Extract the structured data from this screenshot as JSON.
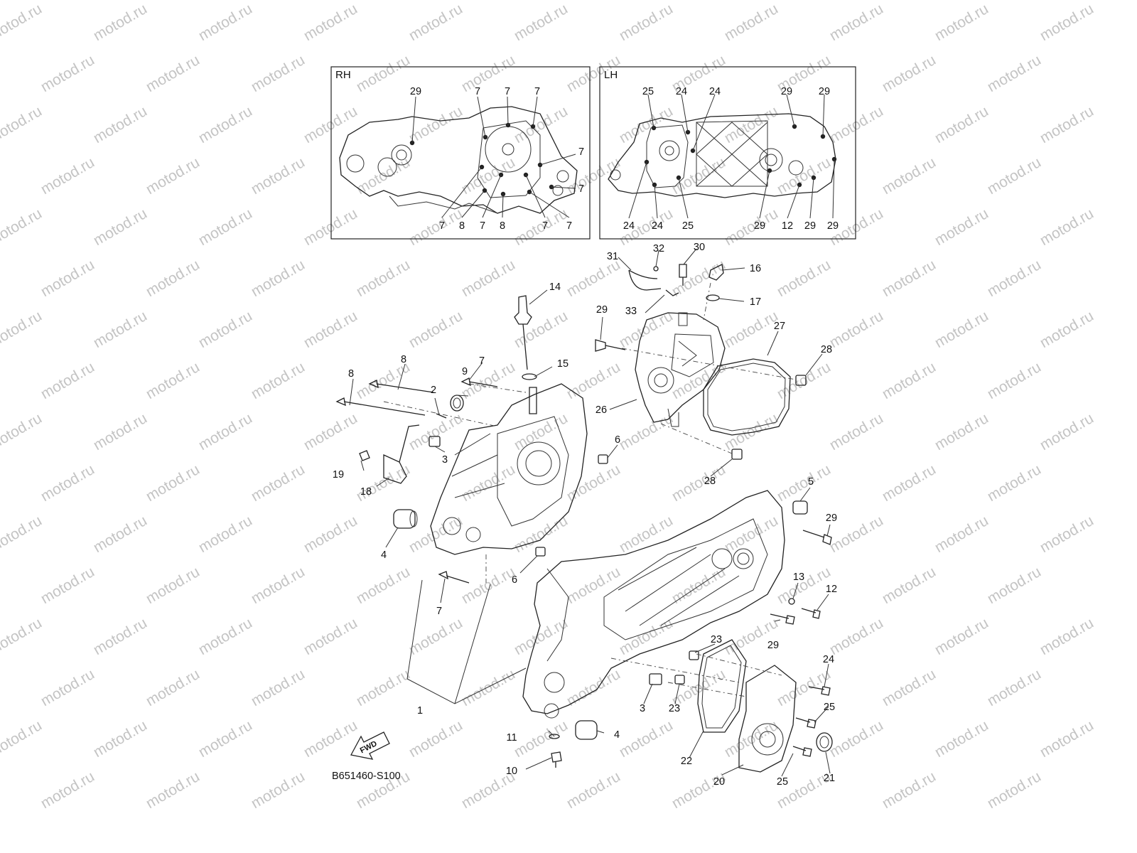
{
  "watermark": "motod.ru",
  "panels": {
    "rh_title": "RH",
    "lh_title": "LH",
    "rh_labels": [
      "29",
      "7",
      "7",
      "7",
      "7",
      "7",
      "7",
      "8",
      "7",
      "8",
      "7",
      "7"
    ],
    "lh_labels": [
      "25",
      "24",
      "24",
      "29",
      "29",
      "24",
      "24",
      "25",
      "29",
      "12",
      "29",
      "29"
    ]
  },
  "callouts": [
    "31",
    "32",
    "30",
    "16",
    "17",
    "14",
    "33",
    "29",
    "27",
    "28",
    "15",
    "8",
    "7",
    "9",
    "8",
    "2",
    "3",
    "6",
    "26",
    "19",
    "18",
    "28",
    "5",
    "4",
    "29",
    "6",
    "13",
    "12",
    "7",
    "23",
    "29",
    "24",
    "3",
    "23",
    "25",
    "1",
    "4",
    "11",
    "22",
    "20",
    "21",
    "25",
    "10"
  ],
  "fwd_label": "FWD",
  "diagram_code": "B651460-S100",
  "icons": {
    "arrow": "fwd-arrow-icon"
  }
}
